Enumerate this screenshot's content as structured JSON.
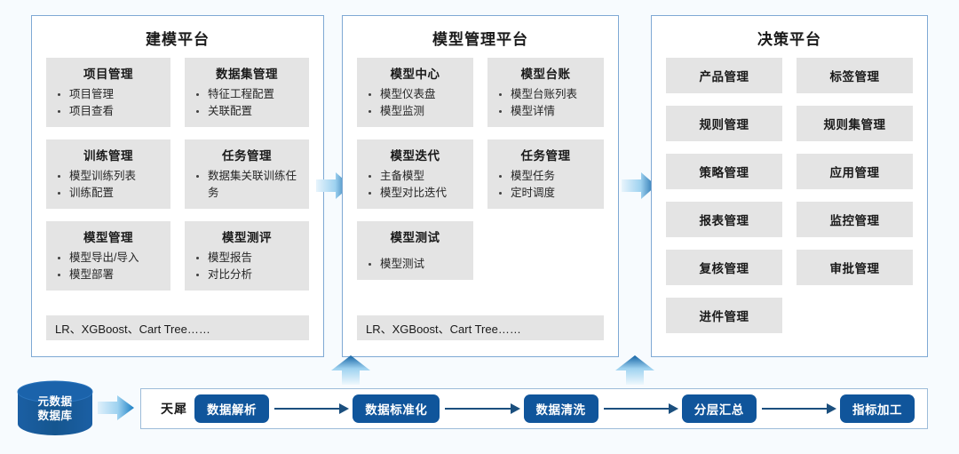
{
  "theme": {
    "panel_border": "#7fa9d4",
    "card_bg": "#e4e4e4",
    "pipeline_blue": "#10559b",
    "arrow_blue": "#1b7fc4",
    "page_bg": "#f7fbfe"
  },
  "panels": [
    {
      "id": "modeling",
      "title": "建模平台",
      "cards": [
        {
          "title": "项目管理",
          "items": [
            "项目管理",
            "项目查看"
          ]
        },
        {
          "title": "数据集管理",
          "items": [
            "特征工程配置",
            "关联配置"
          ]
        },
        {
          "title": "训练管理",
          "items": [
            "模型训练列表",
            "训练配置"
          ]
        },
        {
          "title": "任务管理",
          "items": [
            "数据集关联训练任务"
          ]
        },
        {
          "title": "模型管理",
          "items": [
            "模型导出/导入",
            "模型部署"
          ]
        },
        {
          "title": "模型测评",
          "items": [
            "模型报告",
            "对比分析"
          ]
        }
      ],
      "algo_strip": "LR、XGBoost、Cart Tree……"
    },
    {
      "id": "management",
      "title": "模型管理平台",
      "cards": [
        {
          "title": "模型中心",
          "items": [
            "模型仪表盘",
            "模型监测"
          ]
        },
        {
          "title": "模型台账",
          "items": [
            "模型台账列表",
            "模型详情"
          ]
        },
        {
          "title": "模型迭代",
          "items": [
            "主备模型",
            "模型对比迭代"
          ]
        },
        {
          "title": "任务管理",
          "items": [
            "模型任务",
            "定时调度"
          ]
        },
        {
          "title": "模型测试",
          "items": [
            "模型测试"
          ]
        }
      ],
      "algo_strip": "LR、XGBoost、Cart Tree……"
    },
    {
      "id": "decision",
      "title": "决策平台",
      "tiles": [
        "产品管理",
        "标签管理",
        "规则管理",
        "规则集管理",
        "策略管理",
        "应用管理",
        "报表管理",
        "监控管理",
        "复核管理",
        "审批管理",
        "进件管理"
      ]
    }
  ],
  "database": {
    "line1": "元数据",
    "line2": "数据库"
  },
  "pipeline": {
    "label": "天犀",
    "steps": [
      "数据解析",
      "数据标准化",
      "数据清洗",
      "分层汇总",
      "指标加工"
    ]
  },
  "flow_arrows": [
    {
      "name": "modeling-to-management",
      "direction": "right"
    },
    {
      "name": "management-to-decision",
      "direction": "right"
    },
    {
      "name": "pipeline-to-modeling",
      "direction": "up"
    },
    {
      "name": "pipeline-to-management",
      "direction": "up"
    },
    {
      "name": "database-to-pipeline",
      "direction": "right"
    }
  ]
}
